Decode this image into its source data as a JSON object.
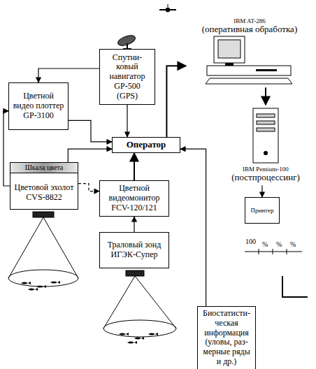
{
  "diagram": {
    "nodes": [
      {
        "text": [
          "Спутни- ковый навигатор GP-500 (GPS)"
        ]
      },
      {
        "text": [
          "Цветной видео плоттер GP-3100"
        ]
      },
      {
        "text": [
          "Оператор"
        ]
      },
      {
        "text": [
          "Цветовой эхолот CVS-8822"
        ]
      },
      {
        "text": [
          "Шкала цвета"
        ],
        "in": 3
      },
      {
        "text": [
          "Цветной видеомонитор FCV-120/121"
        ]
      },
      {
        "text": [
          "Траловый зонд ИГЭК-Супер"
        ]
      },
      {
        "text": [
          "Биостатисти- ческая информация (уловы, раз- мерные ряды и др.)"
        ]
      },
      {
        "text": [
          "IBM AT-286",
          "(оперативная обработка)"
        ]
      },
      {
        "text": [
          "IBM Pentium-100",
          "(постпроцессинг)"
        ]
      },
      {
        "text": [
          "Принтер"
        ]
      }
    ],
    "edges": [
      {
        "from": 0,
        "to": 1,
        "arrow": "to"
      },
      {
        "from": 0,
        "to": 2,
        "arrow": "to"
      },
      {
        "from": 1,
        "to": 2,
        "arrow": "to"
      },
      {
        "from": 3,
        "to": 1,
        "arrow": "to"
      },
      {
        "from": 3,
        "to": 2,
        "arrow": "to"
      },
      {
        "from": 3,
        "to": 5,
        "arrow": "to"
      },
      {
        "from": 5,
        "to": 2,
        "arrow": "to"
      },
      {
        "from": 6,
        "to": 5,
        "arrow": "to"
      },
      {
        "from": 7,
        "to": 2,
        "arrow": "to"
      },
      {
        "from": 2,
        "to": 8,
        "arrow": "to"
      },
      {
        "from": 8,
        "to": 9,
        "arrow": "to"
      },
      {
        "from": 9,
        "to": 10,
        "arrow": "to"
      }
    ],
    "labels": [
      "100",
      "%",
      "%",
      "%"
    ]
  }
}
